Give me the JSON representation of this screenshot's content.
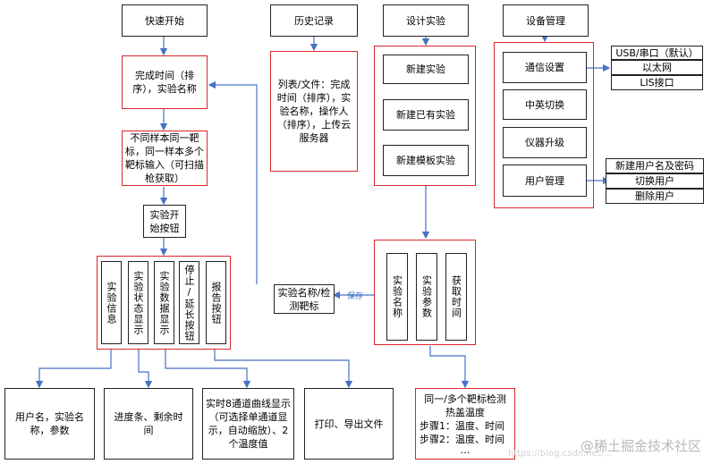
{
  "headers": {
    "quick_start": "快速开始",
    "history": "历史记录",
    "design": "设计实验",
    "device": "设备管理"
  },
  "quick": {
    "sort": "完成时间（排序），实验名称",
    "multi": "不同样本同一靶标，同一样本多个靶标输入（可扫描枪获取）",
    "start_btn": "实验开始按钮"
  },
  "history": {
    "list": "列表/文件：完成时间（排序），实验名称，操作人（排序），上传云服务器"
  },
  "design": {
    "new": "新建实验",
    "existing": "新建已有实验",
    "template": "新建模板实验",
    "cols": [
      "实验名称",
      "实验参数",
      "获取时间"
    ]
  },
  "device": {
    "comm": "通信设置",
    "lang": "中英切换",
    "upgrade": "仪器升级",
    "user": "用户管理",
    "comm_opts": [
      "USB/串口（默认）",
      "以太网",
      "LIS接口"
    ],
    "user_opts": [
      "新建用户名及密码",
      "切换用户",
      "删除用户"
    ]
  },
  "exp": {
    "cols": [
      "实验信息",
      "实验状态显示",
      "实验数据显示",
      "停止/延长按钮",
      "报告按钮"
    ]
  },
  "save_label": "保存",
  "name_target": "实验名称/检测靶标",
  "bottom": {
    "user": "用户名，实验名称，参数",
    "progress": "进度条、剩余时间",
    "curve": "实时8通道曲线显示（可选择单通道显示，自动缩放）、2个温度值",
    "print": "打印、导出文件",
    "steps": {
      "title": "同一/多个靶标检测热盖温度",
      "step1": "步骤1：温度、时间",
      "step2": "步骤2：温度、时间",
      "more": "…"
    }
  },
  "watermark": "@稀土掘金技术社区",
  "watermark_blog": "https://blog.csdn.net/..."
}
